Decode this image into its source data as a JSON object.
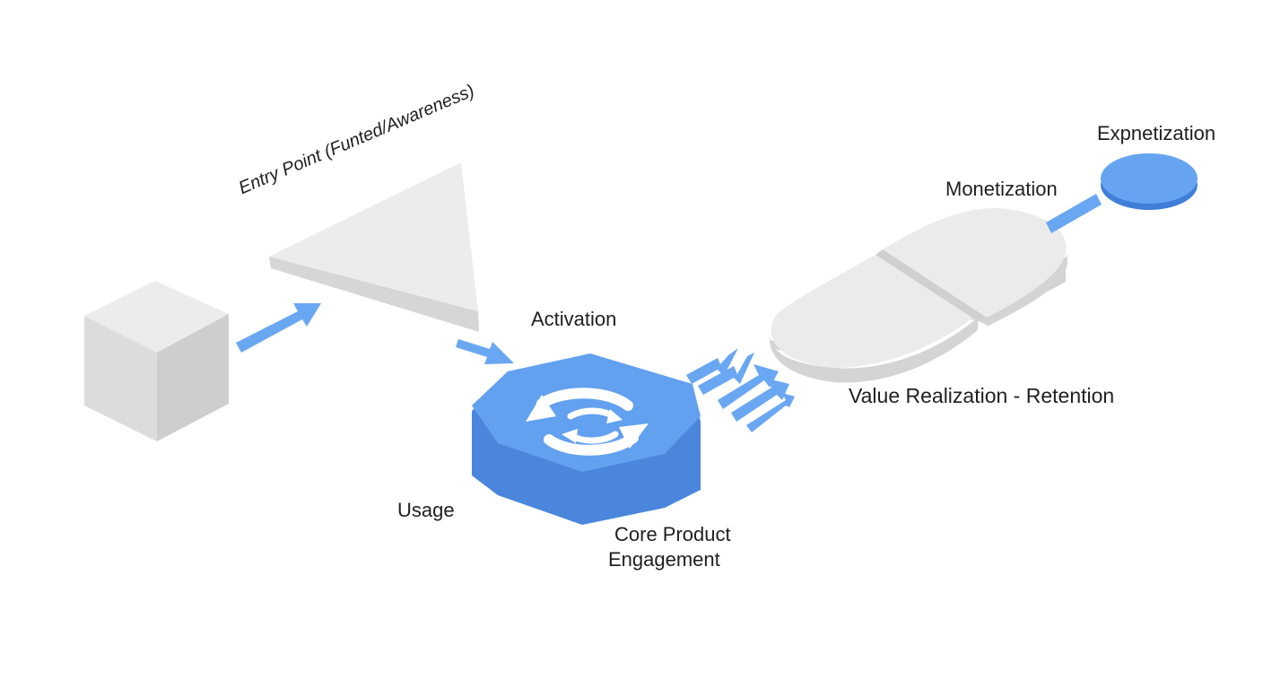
{
  "diagram": {
    "labels": {
      "entry_point": "Entry Point (Funted/Awareness)",
      "activation": "Activation",
      "usage": "Usage",
      "core_line1": "Core Product",
      "core_line2": "Engagement",
      "value_realization": "Value Realization - Retention",
      "monetization": "Monetization",
      "expnetization": "Expnetization"
    },
    "icons": {
      "start": "cube-icon",
      "entry": "triangle-funnel-icon",
      "core": "refresh-cycle-icon",
      "retention": "split-capsule-icon",
      "expansion": "disc-icon",
      "connectors": "arrow-icon"
    },
    "colors": {
      "accent": "#5b9cf0",
      "accent_dark": "#4a86dc",
      "shape_light": "#ececec",
      "shape_mid": "#dcdcdc",
      "shape_dark": "#cfcfcf",
      "text": "#1f1f1f"
    }
  }
}
